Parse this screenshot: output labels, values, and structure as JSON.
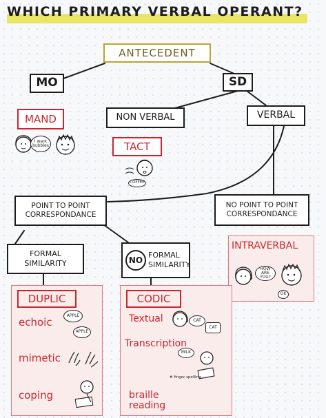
{
  "title": "WHICH PRIMARY VERBAL OPERANT?",
  "nodes": {
    "antecedent": "ANTECEDENT",
    "mo": "MO",
    "sd": "SD",
    "mand": "MAND",
    "non_verbal": "NON VERBAL",
    "verbal": "VERBAL",
    "tact": "TACT",
    "point_to_point": "POINT TO POINT CORRESPONDANCE",
    "no_point_to_point": "NO POINT TO POINT CORRESPONDANCE",
    "formal_similarity": "FORMAL SIMILARITY",
    "no_formal_no": "NO",
    "no_formal_rest": "FORMAL SIMILARITY",
    "intraverbal": "INTRAVERBAL",
    "duplic": "DUPLIC",
    "codic": "CODIC"
  },
  "duplic_items": [
    "echoic",
    "mimetic",
    "coping"
  ],
  "codic_items": [
    "Textual",
    "Transcription",
    "braille reading"
  ],
  "bubbles": {
    "mand": "I want bubbles",
    "tact": "COFFEE",
    "echoic_1": "APPLE",
    "echoic_2": "APPLE",
    "textual_1": "CAT",
    "textual_2": "CAT",
    "transcription": "MILK",
    "finger_spelling": "# finger spelling",
    "intraverbal": "HOW ARE YOU?",
    "intraverbal_reply": "OK"
  },
  "colors": {
    "accent_red": "#c8262e",
    "highlight": "#e6e34a",
    "panel": "#fbecec",
    "antecedent_border": "#b8a534"
  }
}
